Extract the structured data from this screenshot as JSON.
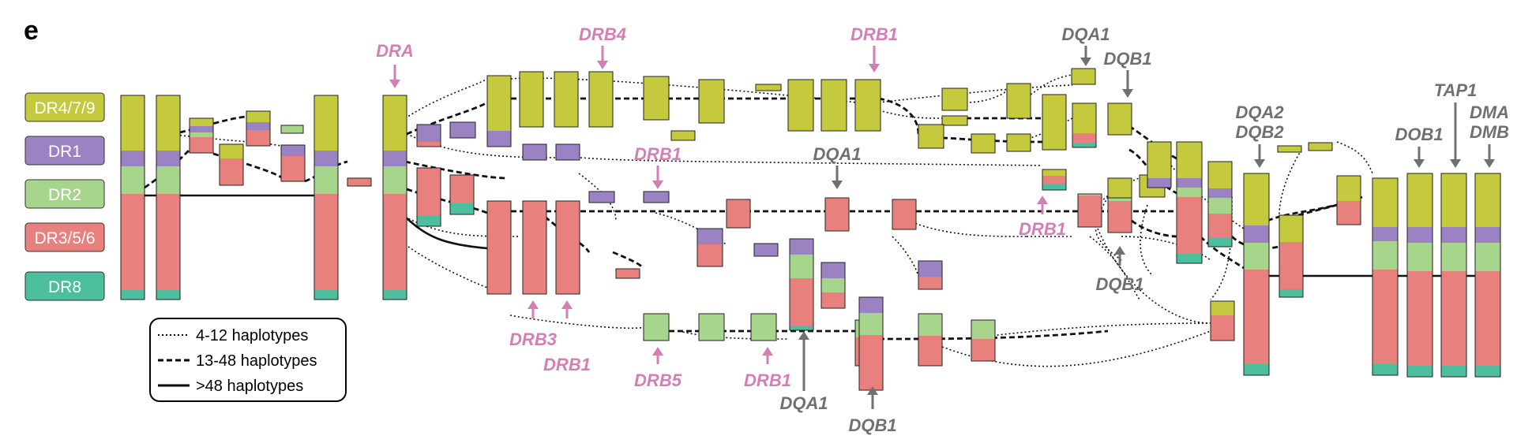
{
  "panel_label": "e",
  "groups": [
    {
      "label": "DR4/7/9",
      "color": "#c4c93e"
    },
    {
      "label": "DR1",
      "color": "#9b82c3"
    },
    {
      "label": "DR2",
      "color": "#a7d58b"
    },
    {
      "label": "DR3/5/6",
      "color": "#e8817d"
    },
    {
      "label": "DR8",
      "color": "#4dbf9e"
    }
  ],
  "legend": {
    "items": [
      {
        "label": "4-12 haplotypes",
        "style": "dotted"
      },
      {
        "label": "13-48 haplotypes",
        "style": "dashed"
      },
      {
        "label": ">48 haplotypes",
        "style": "solid"
      }
    ]
  },
  "annotations": {
    "pink_color": "#d47fb4",
    "grey_color": "#707070",
    "pink": [
      "DRA",
      "DRB4",
      "DRB1",
      "DRB1",
      "DRB1",
      "DRB3",
      "DRB1",
      "DRB5",
      "DRB1"
    ],
    "grey": [
      "DQA1",
      "DQB1",
      "DQA1",
      "DQB1",
      "DQA1",
      "DQB1",
      "DQA2",
      "DQB2",
      "DOB1",
      "TAP1",
      "DMA",
      "DMB"
    ]
  }
}
